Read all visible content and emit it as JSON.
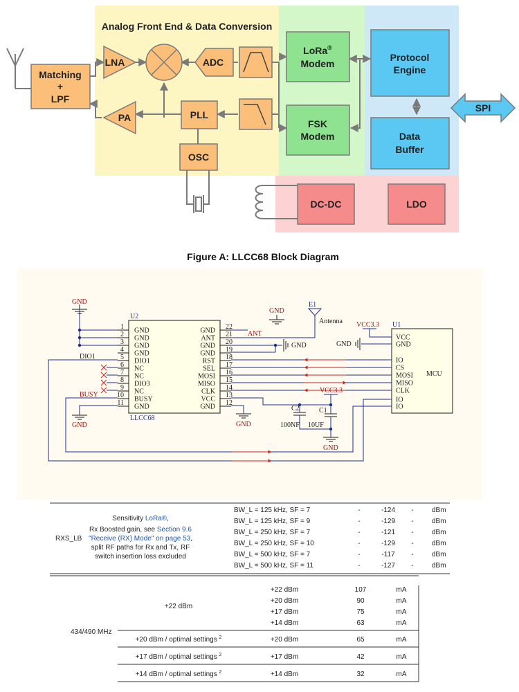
{
  "block_diagram": {
    "section_title": "Analog Front End & Data Conversion",
    "matching_lines": [
      "Matching",
      "+",
      "LPF"
    ],
    "lna": "LNA",
    "adc": "ADC",
    "pa": "PA",
    "pll": "PLL",
    "osc": "OSC",
    "lora_main": "LoRa",
    "lora_reg": "®",
    "lora_line2": "Modem",
    "fsk_line1": "FSK",
    "fsk_line2": "Modem",
    "protocol_line1": "Protocol",
    "protocol_line2": "Engine",
    "buffer_line1": "Data",
    "buffer_line2": "Buffer",
    "spi": "SPI",
    "dcdc": "DC-DC",
    "ldo": "LDO",
    "colors": {
      "analog_bg": "#fdf6c3",
      "modem_bg": "#d4f7c9",
      "digital_bg": "#cfe8f7",
      "power_bg": "#fcd2d2",
      "orange_block": "#fbbf7a",
      "green_block": "#8fe28f",
      "blue_block": "#5ac8f2",
      "red_block": "#f58b8b"
    }
  },
  "figure_caption": "Figure A: LLCC68 Block Diagram",
  "schematic": {
    "u2_ref": "U2",
    "u2_name": "LLCC68",
    "u2_left_pins": [
      {
        "num": "1",
        "name": "GND"
      },
      {
        "num": "2",
        "name": "GND"
      },
      {
        "num": "3",
        "name": "GND"
      },
      {
        "num": "4",
        "name": "GND"
      },
      {
        "num": "5",
        "name": "DIO1"
      },
      {
        "num": "6",
        "name": "NC"
      },
      {
        "num": "7",
        "name": "NC"
      },
      {
        "num": "8",
        "name": "DIO3"
      },
      {
        "num": "9",
        "name": "NC"
      },
      {
        "num": "10",
        "name": "BUSY"
      },
      {
        "num": "11",
        "name": "GND"
      }
    ],
    "u2_right_pins": [
      {
        "num": "22",
        "name": "GND"
      },
      {
        "num": "21",
        "name": "ANT"
      },
      {
        "num": "20",
        "name": "GND"
      },
      {
        "num": "19",
        "name": "GND"
      },
      {
        "num": "18",
        "name": "RST"
      },
      {
        "num": "17",
        "name": "SEL"
      },
      {
        "num": "16",
        "name": "MOSI"
      },
      {
        "num": "15",
        "name": "MISO"
      },
      {
        "num": "14",
        "name": "CLK"
      },
      {
        "num": "13",
        "name": "VCC"
      },
      {
        "num": "12",
        "name": "GND"
      }
    ],
    "u1_ref": "U1",
    "u1_name": "MCU",
    "u1_pins": [
      "VCC",
      "GND",
      "IO",
      "CS",
      "MOSI",
      "MISO",
      "CLK",
      "IO",
      "IO"
    ],
    "labels": {
      "gnd": "GND",
      "ant": "ANT",
      "e1": "E1",
      "antenna": "Antenna",
      "vcc33": "VCC3.3",
      "dio1": "DIO1",
      "busy": "BUSY",
      "c2": "C2",
      "c1": "C1",
      "c2_val": "100NF",
      "c1_val": "10UF"
    }
  },
  "table1": {
    "param": "RXS_LB",
    "desc": {
      "l1_prefix": "Sensitivity ",
      "l1_link": "LoRa®",
      "l1_suffix": ",",
      "l2_prefix": "Rx Boosted gain, see ",
      "l2_link": "Section 9.6",
      "l3": "\"Receive (RX) Mode\" on page 53",
      "l3_suffix": ",",
      "l4": "split RF paths for Rx and Tx, RF",
      "l5": "switch insertion loss excluded"
    },
    "rows": [
      {
        "cond": "BW_L = 125 kHz, SF = 7",
        "min": "-",
        "typ": "-124",
        "max": "-",
        "unit": "dBm"
      },
      {
        "cond": "BW_L = 125 kHz, SF = 9",
        "min": "-",
        "typ": "-129",
        "max": "-",
        "unit": "dBm"
      },
      {
        "cond": "BW_L = 250 kHz, SF = 7",
        "min": "-",
        "typ": "-121",
        "max": "-",
        "unit": "dBm"
      },
      {
        "cond": "BW_L = 250 kHz, SF = 10",
        "min": "-",
        "typ": "-129",
        "max": "-",
        "unit": "dBm"
      },
      {
        "cond": "BW_L = 500 kHz, SF = 7",
        "min": "-",
        "typ": "-117",
        "max": "-",
        "unit": "dBm"
      },
      {
        "cond": "BW_L = 500 kHz, SF = 11",
        "min": "-",
        "typ": "-127",
        "max": "-",
        "unit": "dBm"
      }
    ]
  },
  "table2": {
    "band": "434/490 MHz",
    "group1_label": "+22 dBm",
    "group1_rows": [
      {
        "power": "+22 dBm",
        "value": "107",
        "unit": "mA"
      },
      {
        "power": "+20 dBm",
        "value": "90",
        "unit": "mA"
      },
      {
        "power": "+17 dBm",
        "value": "75",
        "unit": "mA"
      },
      {
        "power": "+14 dBm",
        "value": "63",
        "unit": "mA"
      }
    ],
    "optimal_rows": [
      {
        "label": "+20 dBm / optimal settings",
        "sup": "2",
        "power": "+20 dBm",
        "value": "65",
        "unit": "mA"
      },
      {
        "label": "+17 dBm / optimal settings",
        "sup": "2",
        "power": "+17 dBm",
        "value": "42",
        "unit": "mA"
      },
      {
        "label": "+14 dBm / optimal settings",
        "sup": "2",
        "power": "+14 dBm",
        "value": "32",
        "unit": "mA"
      }
    ]
  }
}
